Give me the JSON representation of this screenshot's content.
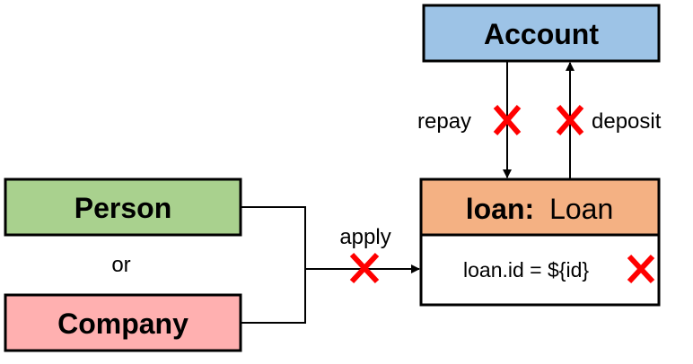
{
  "nodes": {
    "account": {
      "label": "Account",
      "fill": "#9dc3e6"
    },
    "person": {
      "label": "Person",
      "fill": "#a9d18e"
    },
    "company": {
      "label": "Company",
      "fill": "#ffb0b0"
    },
    "loan": {
      "variable": "loan:",
      "type": "Loan",
      "header_fill": "#f4b183",
      "condition": "loan.id = ${id}"
    }
  },
  "labels": {
    "or": "or",
    "apply": "apply",
    "repay": "repay",
    "deposit": "deposit"
  },
  "colors": {
    "border": "#000000",
    "cross": "#ff0000"
  },
  "icons": {
    "removed_marker": "red-x-cross-icon"
  }
}
